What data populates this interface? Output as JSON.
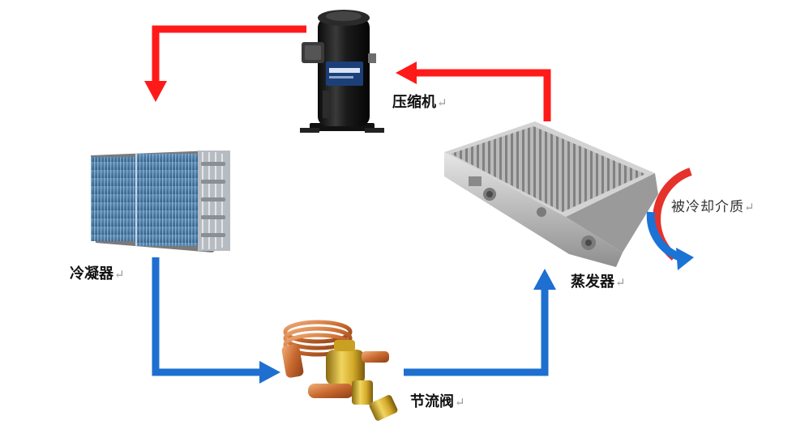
{
  "components": {
    "compressor": "压缩机",
    "condenser": "冷凝器",
    "expansion_valve": "节流阀",
    "evaporator": "蒸发器"
  },
  "medium_label": "被冷却介质",
  "return_mark": "↵",
  "colors": {
    "hot_line": "#ff1a1a",
    "cold_line": "#1e6fd0",
    "medium_warm": "#e5322b",
    "medium_cool": "#1b73d6"
  },
  "icons": {
    "compressor": "scroll-compressor-icon",
    "condenser": "finned-coil-condenser-icon",
    "expansion_valve": "brass-expansion-valve-icon",
    "evaporator": "plate-fin-evaporator-icon"
  }
}
